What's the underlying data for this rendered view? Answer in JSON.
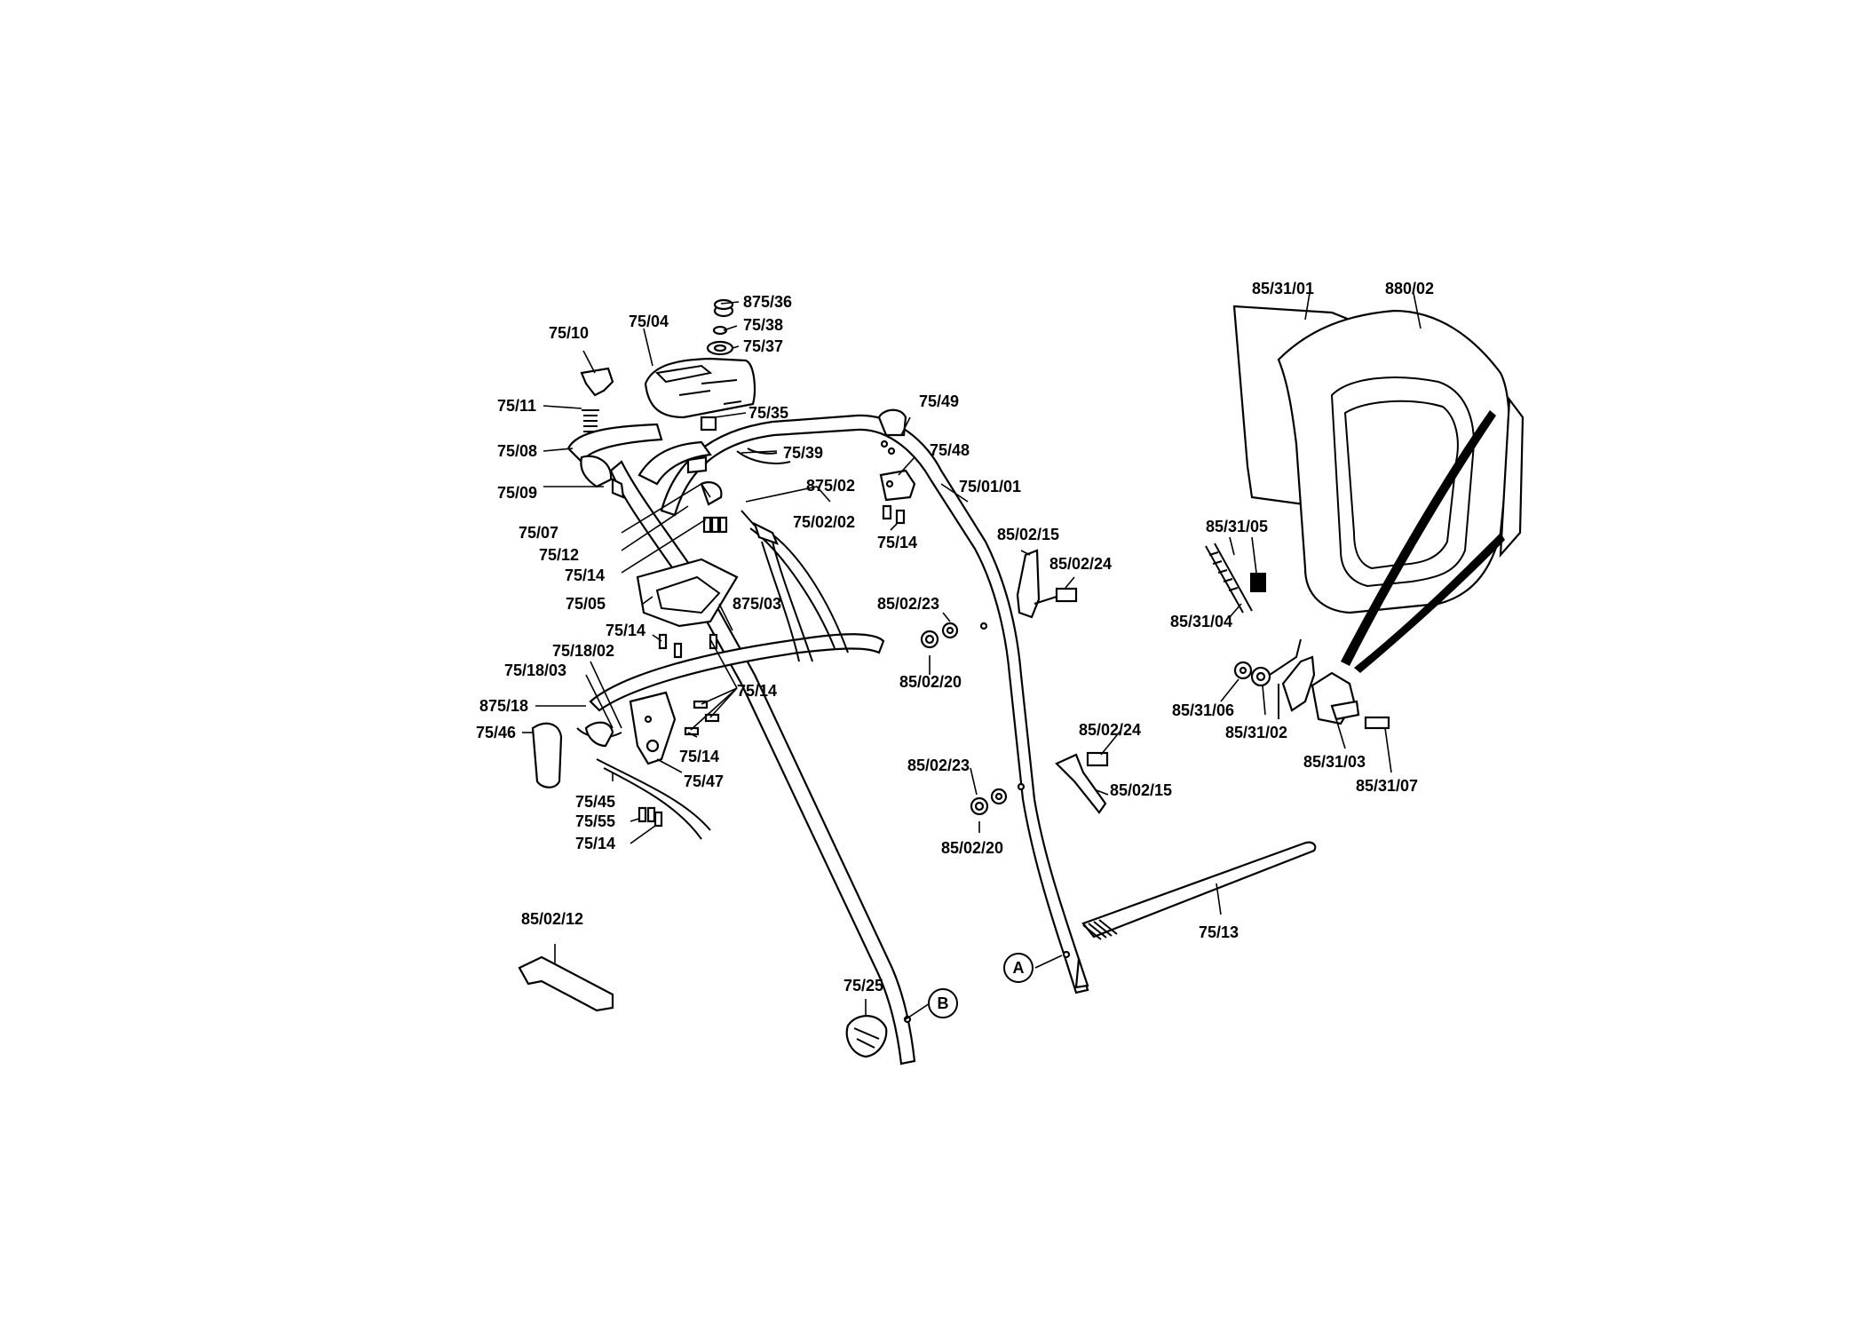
{
  "diagram": {
    "labels": [
      "875/36",
      "75/38",
      "75/37",
      "75/04",
      "75/10",
      "75/11",
      "75/35",
      "75/08",
      "75/39",
      "75/09",
      "75/49",
      "75/48",
      "75/01/01",
      "875/02",
      "75/02/02",
      "75/07",
      "75/12",
      "75/14",
      "75/14",
      "85/02/15",
      "85/02/24",
      "75/05",
      "875/03",
      "85/02/23",
      "75/14",
      "75/18/02",
      "85/02/20",
      "75/18/03",
      "75/14",
      "875/18",
      "75/46",
      "75/14",
      "75/47",
      "85/02/24",
      "85/02/23",
      "85/02/15",
      "75/45",
      "75/55",
      "75/14",
      "85/02/20",
      "85/02/12",
      "75/13",
      "75/25",
      "85/31/01",
      "880/02",
      "85/31/05",
      "85/31/04",
      "85/31/06",
      "85/31/02",
      "85/31/03",
      "85/31/07"
    ],
    "markers": [
      "A",
      "B"
    ]
  }
}
